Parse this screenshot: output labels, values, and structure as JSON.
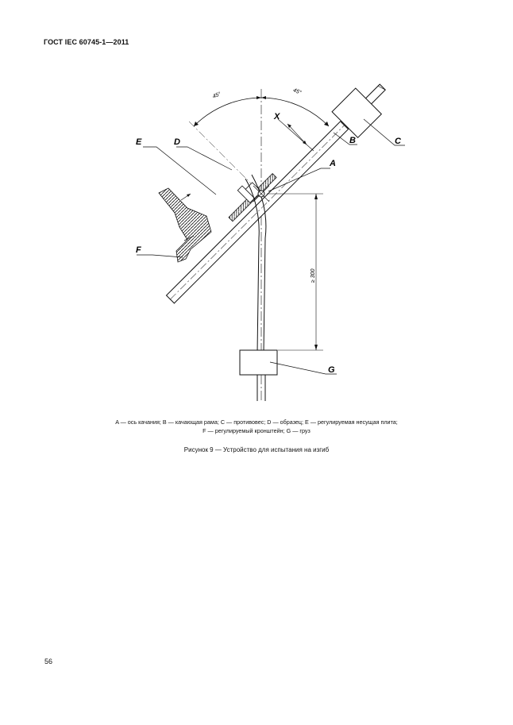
{
  "header": {
    "standard": "ГОСТ IEC 60745-1—2011"
  },
  "figure": {
    "labels": {
      "a": "A",
      "b": "B",
      "c": "C",
      "d": "D",
      "e": "E",
      "f": "F",
      "g": "G",
      "x": "X"
    },
    "angle_left": "45°",
    "angle_right": "45°",
    "length_dimension": "≥ 300"
  },
  "legend": {
    "line1": "A — ось качания; B — качающая рама; C — противовес; D — образец; E — регулируемая несущая плита;",
    "line2": "F — регулируемый кронштейн; G — груз"
  },
  "caption": "Рисунок 9 — Устройство для испытания на изгиб",
  "page_number": "56"
}
